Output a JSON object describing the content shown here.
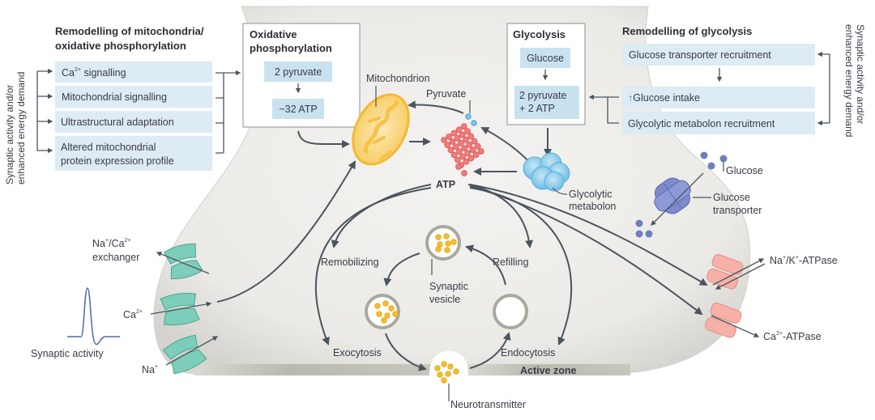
{
  "diagram": {
    "left_side_label": [
      "Synaptic activity and/or",
      "enhanced energy demand"
    ],
    "right_side_label": [
      "Synaptic activity and/or",
      "enhanced energy demand"
    ],
    "mito_remodelling": {
      "title": [
        "Remodelling of mitochondria/",
        "oxidative phosphorylation"
      ],
      "items": [
        {
          "text": "Ca",
          "sup": "2+",
          "rest": " signalling"
        },
        {
          "text": "Mitochondrial signalling"
        },
        {
          "text": "Ultrastructural adaptation"
        },
        {
          "text": "Altered mitochondrial",
          "line2": "protein expression profile"
        }
      ]
    },
    "oxphos": {
      "title": [
        "Oxidative",
        "phosphorylation"
      ],
      "input": "2 pyruvate",
      "output": "~32 ATP"
    },
    "glycolysis": {
      "title": "Glycolysis",
      "input": "Glucose",
      "output": [
        "2 pyruvate",
        "+ 2 ATP"
      ]
    },
    "glyco_remodelling": {
      "title": "Remodelling of glycolysis",
      "items": [
        {
          "text": "Glucose transporter recruitment"
        },
        {
          "text": "Glucose intake",
          "prefix": "↑"
        },
        {
          "text": "Glycolytic metabolon recruitment"
        }
      ]
    },
    "labels": {
      "mitochondrion": "Mitochondrion",
      "pyruvate": "Pyruvate",
      "atp": "ATP",
      "glycolytic_metabolon": [
        "Glycolytic",
        "metabolon"
      ],
      "glucose": "Glucose",
      "glucose_transporter": [
        "Glucose",
        "transporter"
      ],
      "na_ca_exchanger": {
        "line1_a": "Na",
        "line1_sup1": "+",
        "line1_b": "/Ca",
        "line1_sup2": "2+",
        "line2": "exchanger"
      },
      "ca": {
        "text": "Ca",
        "sup": "2+"
      },
      "na": {
        "text": "Na",
        "sup": "+"
      },
      "synaptic_activity": "Synaptic activity",
      "na_k_atpase": {
        "a": "Na",
        "sup1": "+",
        "b": "/K",
        "sup2": "+",
        "c": "-ATPase"
      },
      "ca_atpase": {
        "a": "Ca",
        "sup": "2+",
        "b": "-ATPase"
      },
      "remobilizing": "Remobilizing",
      "refilling": "Refilling",
      "synaptic_vesicle": [
        "Synaptic",
        "vesicle"
      ],
      "exocytosis": "Exocytosis",
      "endocytosis": "Endocytosis",
      "active_zone": "Active zone",
      "neurotransmitter": "Neurotransmitter"
    },
    "colors": {
      "box_fill": "#dcebf4",
      "box_fill_dark": "#c9e2f0",
      "neuron_fill": "#ecebe8",
      "arrow": "#4a5560",
      "mitochondrion": "#f5c043",
      "atp": "#ef7d7d",
      "metabolon": "#7ec4e8",
      "channel_green": "#6cc3b0",
      "transporter_blue": "#6d7fc0",
      "atpase_pink": "#f3a8a0",
      "vesicle_ring": "#a9a99c",
      "neurotransmitter": "#f6bd2d"
    }
  }
}
